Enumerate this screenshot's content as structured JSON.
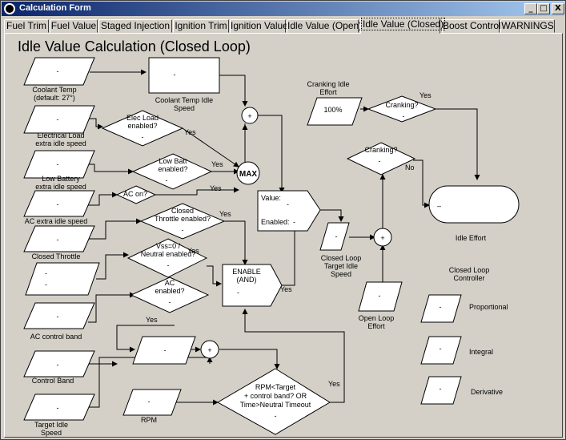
{
  "window": {
    "title": "Calculation Form",
    "controls": [
      "_",
      "□",
      "X"
    ]
  },
  "tabs": [
    {
      "label": "Fuel Trim"
    },
    {
      "label": "Fuel Value"
    },
    {
      "label": "Staged Injection"
    },
    {
      "label": "Ignition Trim"
    },
    {
      "label": "Ignition Value"
    },
    {
      "label": "Idle Value (Open)"
    },
    {
      "label": "Idle Value (Closed)",
      "active": true
    },
    {
      "label": "Boost Control"
    },
    {
      "label": "WARNINGS"
    }
  ],
  "diagram": {
    "title": "Idle Value Calculation (Closed Loop)",
    "placeholder": "-",
    "inputs": {
      "coolant_temp": [
        "Coolant Temp",
        "(default: 27°)"
      ],
      "electrical_load": [
        "Electrical Load",
        "extra idle speed"
      ],
      "low_battery": [
        "Low Battery",
        "extra idle speed"
      ],
      "ac_extra": [
        "AC extra idle speed"
      ],
      "closed_throttle": [
        "Closed Throttle"
      ],
      "ac_control_band": [
        "AC  control band"
      ],
      "control_band": [
        "Control Band"
      ],
      "target_idle": [
        "Target Idle",
        "Speed"
      ],
      "rpm": [
        "RPM"
      ]
    },
    "coolant_idle_speed": [
      "Coolant Temp Idle",
      "Speed"
    ],
    "decisions": {
      "elec_load": [
        "Elec Load",
        "enabled?"
      ],
      "low_batt": [
        "Low Batt",
        "enabled?"
      ],
      "ac_on": [
        "AC on?"
      ],
      "closed_throttle": [
        "Closed",
        "Throttle enabled?"
      ],
      "vss": [
        "Vss=0 /",
        "Neutral enabled?"
      ],
      "ac": [
        "AC",
        "enabled?"
      ],
      "rpm_target": [
        "RPM<Target",
        "+ control band? OR",
        "Time>Neutral Timeout"
      ],
      "cranking_1": [
        "Cranking?"
      ],
      "cranking_2": [
        "Cranking?"
      ]
    },
    "yes": "Yes",
    "no": "No",
    "max_label": "MAX",
    "plus": "+",
    "enable_block": [
      "ENABLE",
      "(AND)"
    ],
    "value_block": {
      "value": "Value:",
      "enabled": "Enabled:"
    },
    "cranking_idle_effort": {
      "label": [
        "Cranking Idle",
        "Effort"
      ],
      "value": "100%"
    },
    "closed_loop_target": [
      "Closed Loop",
      "Target Idle",
      "Speed"
    ],
    "open_loop_effort": [
      "Open Loop",
      "Effort"
    ],
    "idle_effort": {
      "label": "Idle Effort",
      "value": "–"
    },
    "controller": {
      "title": [
        "Closed Loop",
        "Controller"
      ],
      "proportional": "Proportional",
      "integral": "Integral",
      "derivative": "Derivative"
    }
  }
}
